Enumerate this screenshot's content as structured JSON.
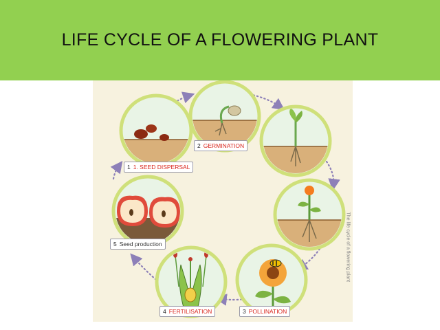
{
  "title": "LIFE CYCLE OF A FLOWERING PLANT",
  "colors": {
    "banner": "#92d050",
    "panel": "#f7f2df",
    "arrow": "#8d80b8",
    "label_red": "#d9251c",
    "soil": "#d9b07a",
    "sky": "#d8ecf5",
    "ring": "#cfe07a"
  },
  "labels": [
    {
      "num": "1",
      "text": "1.   SEED DISPERSAL"
    },
    {
      "num": "2",
      "text": "GERMINATION"
    },
    {
      "num": "3",
      "text": "POLLINATION"
    },
    {
      "num": "4",
      "text": "FERTILISATION"
    },
    {
      "num": "5",
      "text": "Seed production"
    }
  ],
  "sidebar_text": "The life cycle of a flowering plant",
  "icons": [
    "seeds",
    "germinating-seed",
    "seedling",
    "flowering-plant",
    "sunflower-with-bee",
    "flower-cross-section",
    "cut-apple"
  ]
}
